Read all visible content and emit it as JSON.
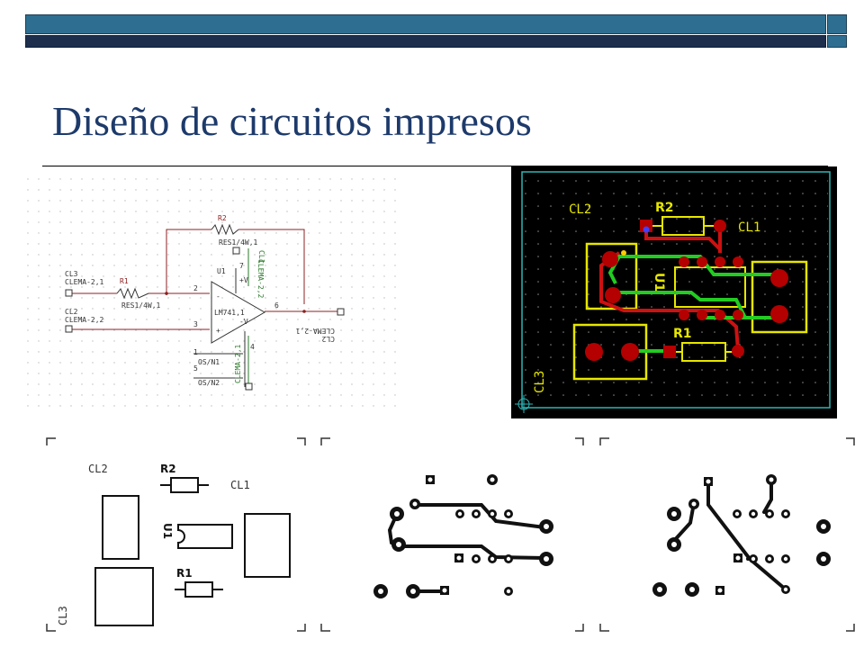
{
  "slide": {
    "title": "Diseño de circuitos impresos"
  },
  "schematic": {
    "r2_ref": "R2",
    "r2_val": "RES1/4W,1",
    "r1_ref": "R1",
    "r1_val": "RES1/4W,1",
    "u1_ref": "U1",
    "u1_val": "LM741,1",
    "cl3_ref": "CL3",
    "cl3_val": "CLEMA-2,1",
    "cl2_ref": "CL2",
    "cl2_val": "CLEMA-2,2",
    "cl1_ref": "CL1",
    "cl1_val": "CLEMA-2,2",
    "cl2_out_ref": "CL2",
    "cl2_out_val": "CLEMA-2,1",
    "cl2_bottom_val": "CLEMA-2,1",
    "os_n1": "OS/N1",
    "os_n2": "OS/N2",
    "vplus": "+V",
    "vminus": "-V",
    "pin_minus": "-",
    "pin_plus": "+",
    "pin1": "1",
    "pin2": "2",
    "pin3": "3",
    "pin4": "4",
    "pin5": "5",
    "pin6": "6",
    "pin7": "7"
  },
  "pcb": {
    "cl2": "CL2",
    "r2": "R2",
    "cl1": "CL1",
    "u1": "U1",
    "r1": "R1",
    "cl3": "CL3"
  },
  "silkscreen": {
    "cl2": "CL2",
    "r2": "R2",
    "cl1": "CL1",
    "u1": "U1",
    "r1": "R1",
    "cl3": "CL3"
  },
  "colors": {
    "title": "#1d3a6b",
    "pcb_bg": "#000000",
    "pcb_silk": "#e6e600",
    "pad_red": "#b40000",
    "trace_green": "#22cc22",
    "trace_red": "#cc1111"
  }
}
